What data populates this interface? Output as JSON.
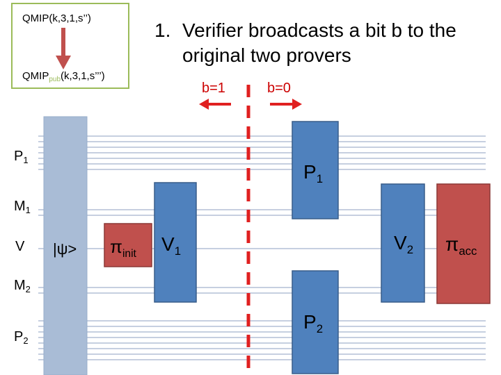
{
  "inset": {
    "line1": "QMIP(k,3,1,s’’)",
    "line2_main": "QMIP",
    "line2_sub": "pub",
    "line2_rest": "(k,3,1,s’’’)"
  },
  "step": {
    "number": "1.",
    "line1": "Verifier broadcasts a bit b to the",
    "line2": "original two provers"
  },
  "bits": {
    "left": "b=1",
    "right": "b=0"
  },
  "rows": [
    {
      "name": "P",
      "sub": "1"
    },
    {
      "name": "M",
      "sub": "1"
    },
    {
      "name": "V",
      "sub": ""
    },
    {
      "name": "M",
      "sub": "2"
    },
    {
      "name": "P",
      "sub": "2"
    }
  ],
  "state": "|ψ>",
  "boxes": {
    "pi_init": {
      "main": "π",
      "sub": "init"
    },
    "v1": {
      "main": "V",
      "sub": "1"
    },
    "p1": {
      "main": "P",
      "sub": "1"
    },
    "v2": {
      "main": "V",
      "sub": "2"
    },
    "p2": {
      "main": "P",
      "sub": "2"
    },
    "pi_acc": {
      "main": "π",
      "sub": "acc"
    }
  },
  "colors": {
    "wire": "#b3bfd6",
    "state_column": "#a9bcd6",
    "blue_box": "#4f81bd",
    "blue_box_border": "#385d8a",
    "red_box": "#c0504d",
    "red_box_border": "#8c3836",
    "dashed_divider": "#e02020",
    "arrow": "#e02020",
    "inset_border": "#9bbb59",
    "inset_arrow": "#c0504d"
  }
}
